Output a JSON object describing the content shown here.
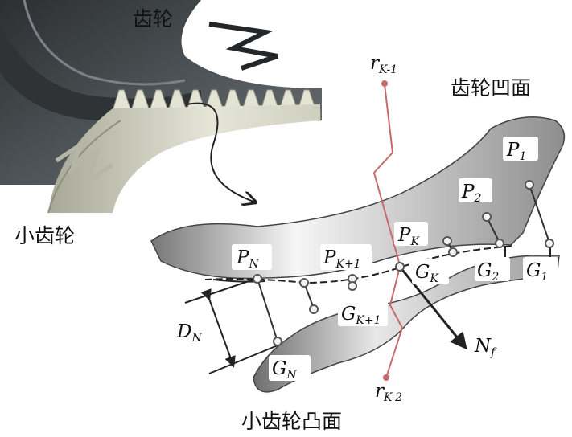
{
  "labels": {
    "gear": "齿轮",
    "pinion": "小齿轮",
    "gear_concave": "齿轮凹面",
    "pinion_convex": "小齿轮凸面"
  },
  "points": {
    "P1": {
      "main": "P",
      "sub": "1"
    },
    "P2": {
      "main": "P",
      "sub": "2"
    },
    "PK": {
      "main": "P",
      "sub": "K"
    },
    "PK1": {
      "main": "P",
      "sub": "K+1"
    },
    "PN": {
      "main": "P",
      "sub": "N"
    },
    "G1": {
      "main": "G",
      "sub": "1"
    },
    "G2": {
      "main": "G",
      "sub": "2"
    },
    "GK": {
      "main": "G",
      "sub": "K"
    },
    "GK1": {
      "main": "G",
      "sub": "K+1"
    },
    "GN": {
      "main": "G",
      "sub": "N"
    }
  },
  "vectors": {
    "rK1": {
      "main": "r",
      "sub": "K-1"
    },
    "rK2": {
      "main": "r",
      "sub": "K-2"
    },
    "Nf": {
      "main": "N",
      "sub": "f"
    },
    "DN": {
      "main": "D",
      "sub": "N"
    }
  },
  "colors": {
    "gear_dark": "#3f4447",
    "gear_light": "#dcdcc8",
    "surface_light": "#f4f4f4",
    "surface_dark": "#8a8a8a",
    "red_line": "#c86a6a",
    "normal_arrow": "#222222"
  }
}
